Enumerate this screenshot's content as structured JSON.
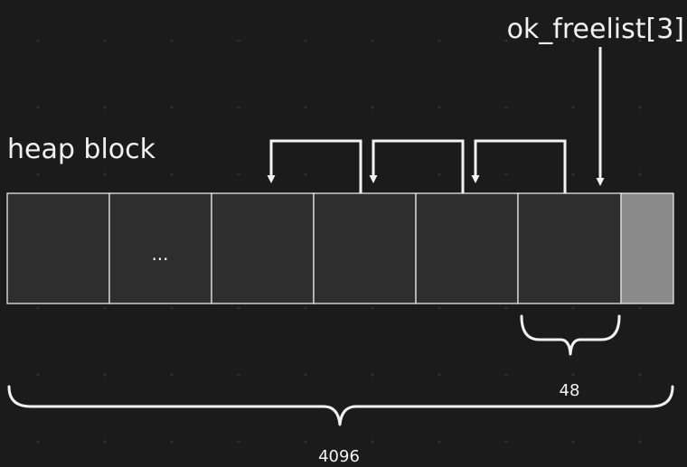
{
  "labels": {
    "heap_block": "heap block",
    "freelist": "ok_freelist[3]",
    "ellipsis": "...",
    "small_size": "48",
    "total_size": "4096"
  },
  "cells": [
    {
      "name": "cell-0",
      "type": "allocated"
    },
    {
      "name": "cell-1",
      "type": "allocated",
      "text_key": "ellipsis"
    },
    {
      "name": "cell-2",
      "type": "free"
    },
    {
      "name": "cell-3",
      "type": "free"
    },
    {
      "name": "cell-4",
      "type": "free"
    },
    {
      "name": "cell-5",
      "type": "free"
    },
    {
      "name": "cell-6-metadata",
      "type": "metadata"
    }
  ],
  "freelist_links": [
    {
      "from": "cell-5",
      "to": "cell-4"
    },
    {
      "from": "cell-4",
      "to": "cell-3"
    },
    {
      "from": "cell-3",
      "to": "cell-2"
    }
  ],
  "colors": {
    "background": "#1b1b1b",
    "cell_fill": "#2e2e2e",
    "metadata_fill": "#8a8a8a",
    "stroke": "#f2f2f2"
  }
}
